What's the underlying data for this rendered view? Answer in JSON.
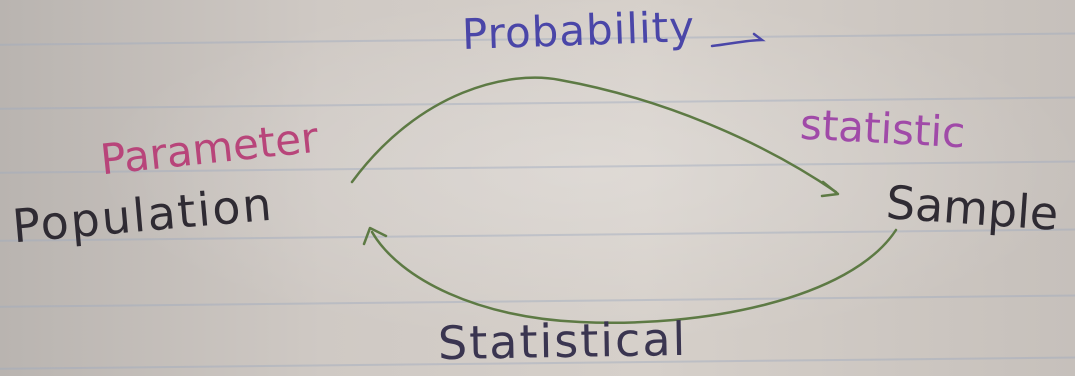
{
  "labels": {
    "probability": "Probability",
    "parameter": "Parameter",
    "statistic": "statistic",
    "population": "Population",
    "sample": "Sample",
    "statistical": "Statistical"
  },
  "colors": {
    "arrow": "#5d7a44",
    "probability_ink": "#4a46a8",
    "parameter_ink": "#b8457a",
    "statistic_ink": "#a04aa8",
    "node_ink": "#2f2b33"
  }
}
